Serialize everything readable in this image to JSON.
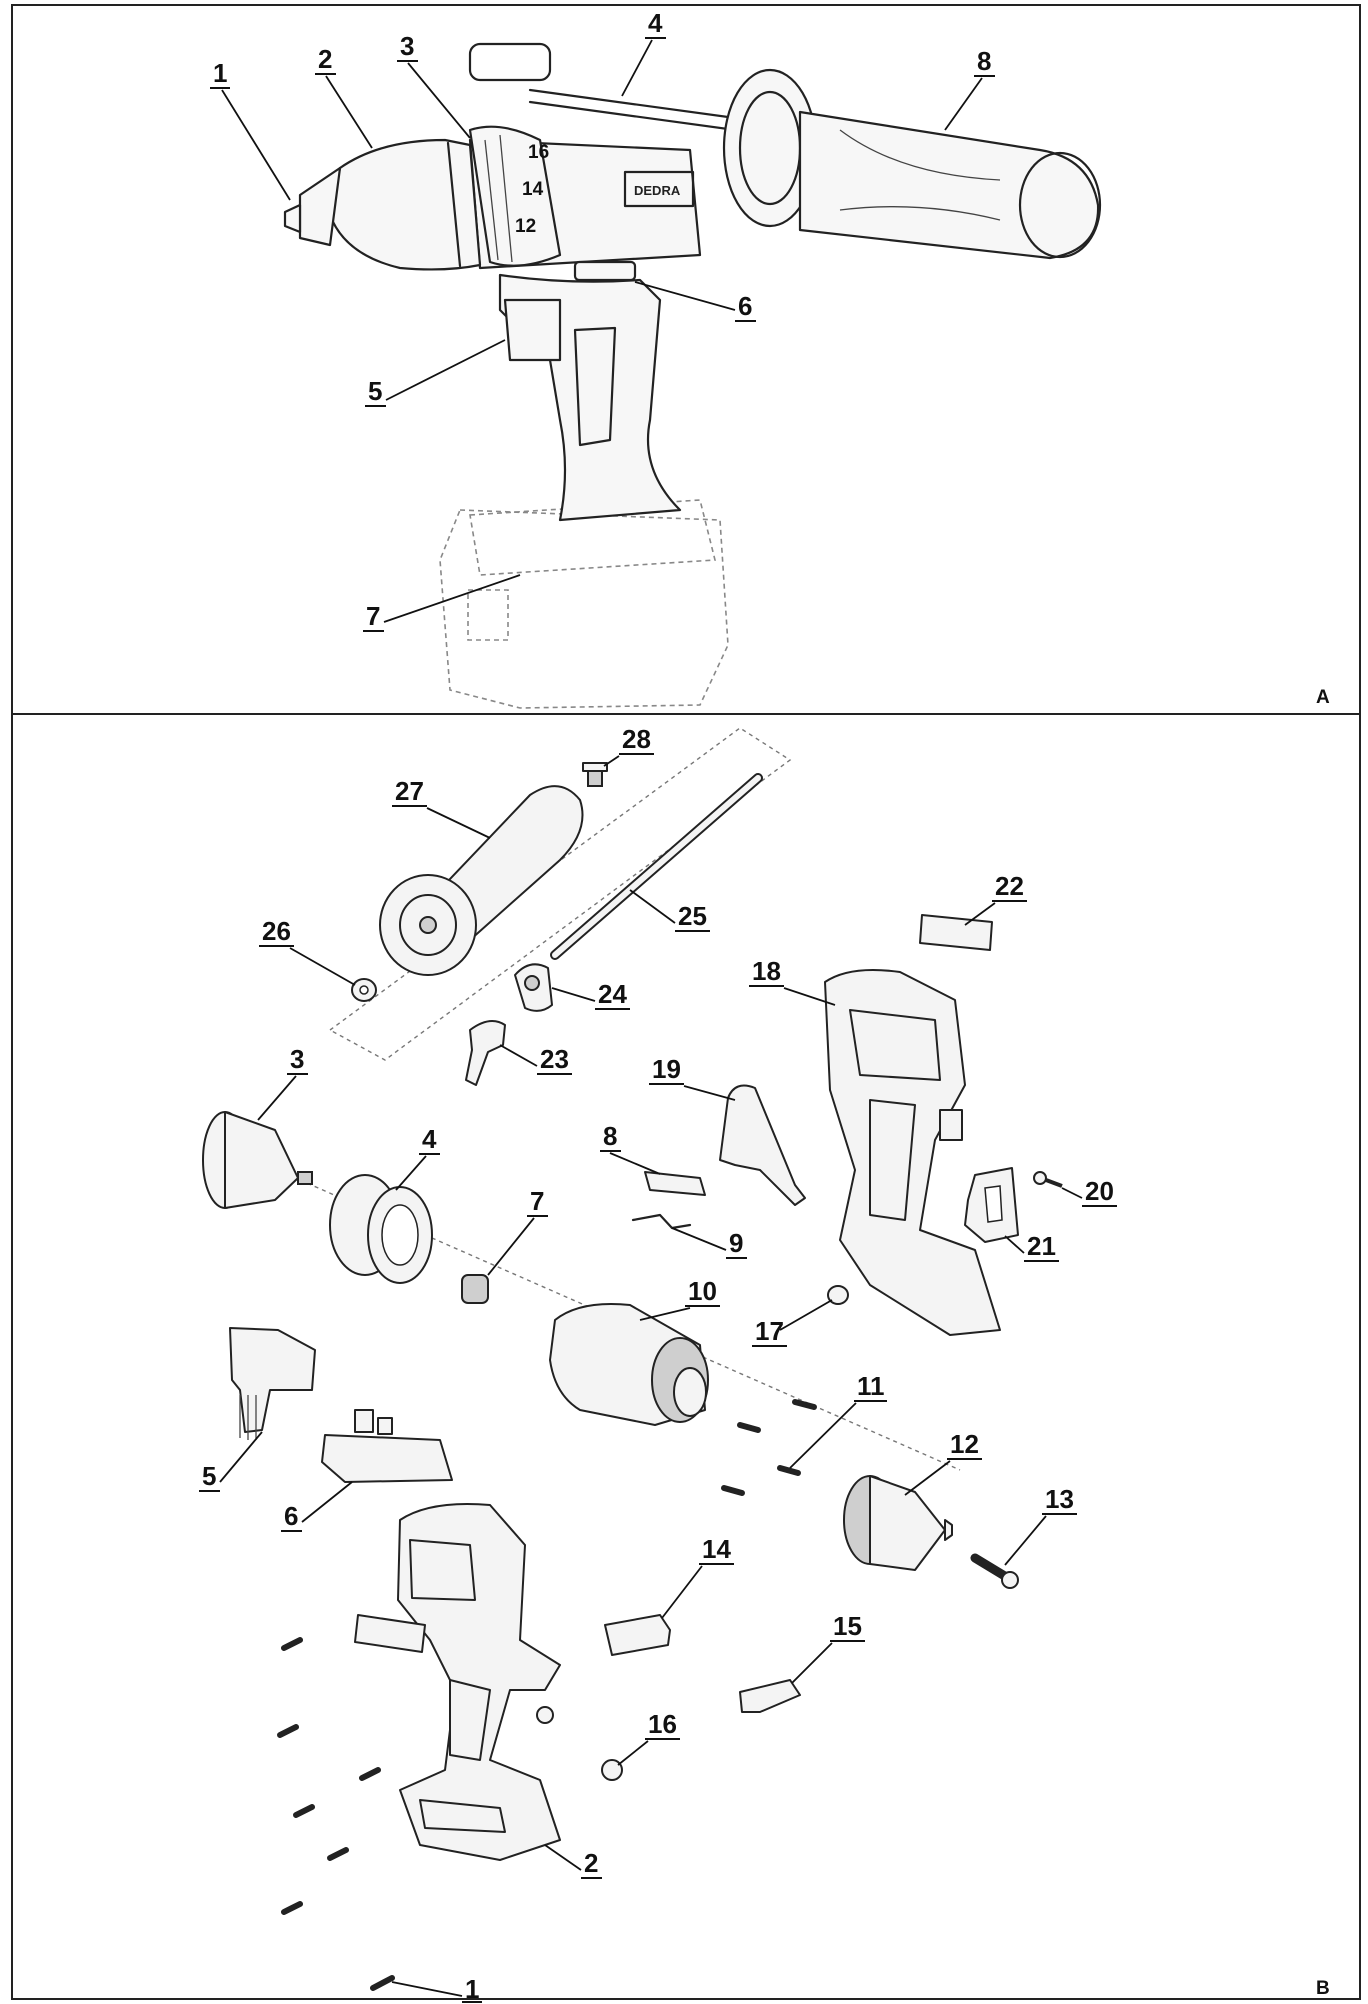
{
  "panel_a": {
    "corner_letter": "A",
    "labels": [
      "1",
      "2",
      "3",
      "4",
      "5",
      "6",
      "7",
      "8"
    ],
    "brand_text": "DEDRA",
    "dial_numbers": [
      "12",
      "14",
      "16"
    ]
  },
  "panel_b": {
    "corner_letter": "B",
    "labels": [
      "1",
      "2",
      "3",
      "4",
      "5",
      "6",
      "7",
      "8",
      "9",
      "10",
      "11",
      "12",
      "13",
      "14",
      "15",
      "16",
      "17",
      "18",
      "19",
      "20",
      "21",
      "22",
      "23",
      "24",
      "25",
      "26",
      "27",
      "28"
    ]
  }
}
